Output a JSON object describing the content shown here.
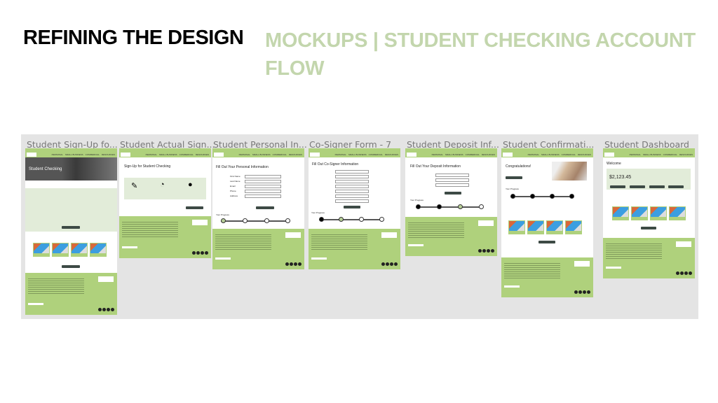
{
  "slide": {
    "title": "REFINING THE DESIGN",
    "subtitle": "MOCKUPS | STUDENT CHECKING ACCOUNT FLOW"
  },
  "nav": [
    "PERSONAL",
    "SMALL BUSINESS",
    "COMMERCIAL",
    "RESOURCES"
  ],
  "colors": {
    "brand_green": "#afd17c",
    "subtitle": "#c3d6ad",
    "dark_button": "#3d4a45"
  },
  "screens": [
    {
      "title": "Student Sign-Up fo...",
      "hero": "Student Checking"
    },
    {
      "title": "Student Actual Sign...",
      "heading": "Sign-Up for Student Checking"
    },
    {
      "title": "Student Personal In...",
      "heading": "Fill Out Your Personal Information",
      "fields": [
        "First Name",
        "Last Name",
        "Email",
        "Phone",
        "Address"
      ],
      "progress_label": "Your Progress"
    },
    {
      "title": "Co-Signer Form - 7",
      "heading": "Fill Out Co-Signer Information",
      "progress_label": "Your Progress"
    },
    {
      "title": "Student Deposit Inf...",
      "heading": "Fill Out Your Deposit Information",
      "progress_label": "Your Progress"
    },
    {
      "title": "Student Confirmati...",
      "heading": "Congratulations!",
      "progress_label": "Your Progress"
    },
    {
      "title": "Student Dashboard",
      "heading": "Welcome",
      "balance": "$2,123.45"
    }
  ]
}
